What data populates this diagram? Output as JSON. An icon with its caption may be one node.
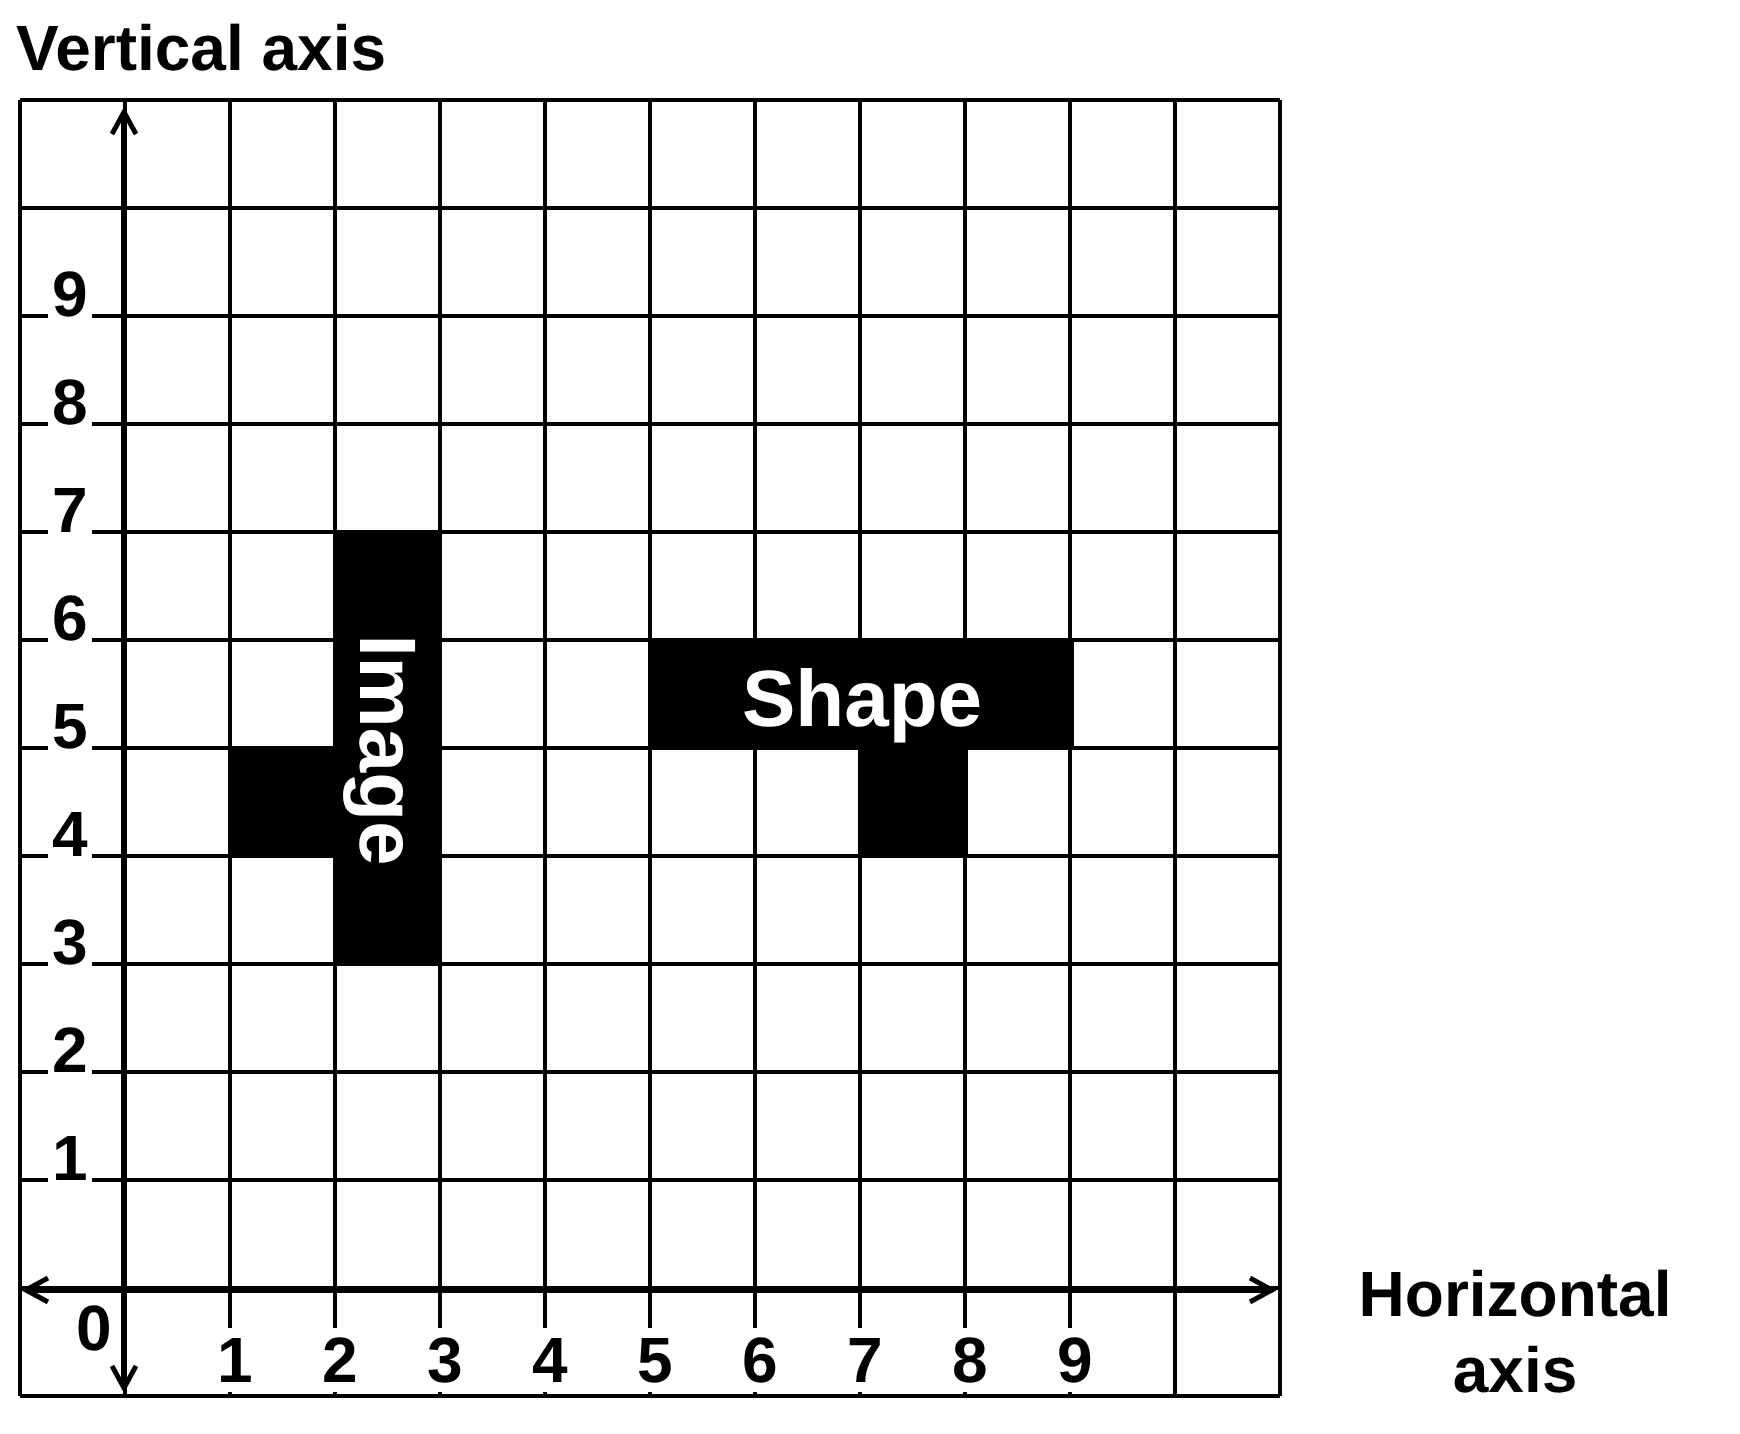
{
  "diagram": {
    "nodes": [
      {
        "text": [
          "Image"
        ]
      },
      {
        "text": [
          "Shape"
        ]
      }
    ],
    "labels": [
      "Vertical axis",
      "9",
      "8",
      "7",
      "6",
      "5",
      "4",
      "3",
      "2",
      "1",
      "0",
      "1",
      "2",
      "3",
      "4",
      "5",
      "6",
      "7",
      "8",
      "9",
      "Horizontal axis"
    ]
  }
}
